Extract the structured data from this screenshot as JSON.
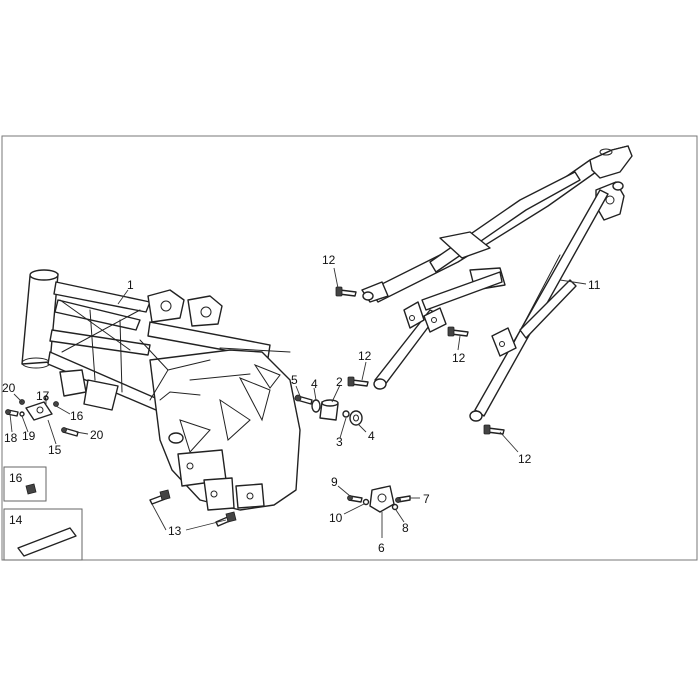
{
  "callouts": {
    "c1": "1",
    "c2": "2",
    "c3": "3",
    "c4a": "4",
    "c4b": "4",
    "c5": "5",
    "c6": "6",
    "c7": "7",
    "c8": "8",
    "c9": "9",
    "c10": "10",
    "c11": "11",
    "c12a": "12",
    "c12b": "12",
    "c12c": "12",
    "c12d": "12",
    "c13": "13",
    "c14": "14",
    "c15": "15",
    "c16a": "16",
    "c16b": "16",
    "c17": "17",
    "c18": "18",
    "c19": "19",
    "c20a": "20",
    "c20b": "20"
  }
}
